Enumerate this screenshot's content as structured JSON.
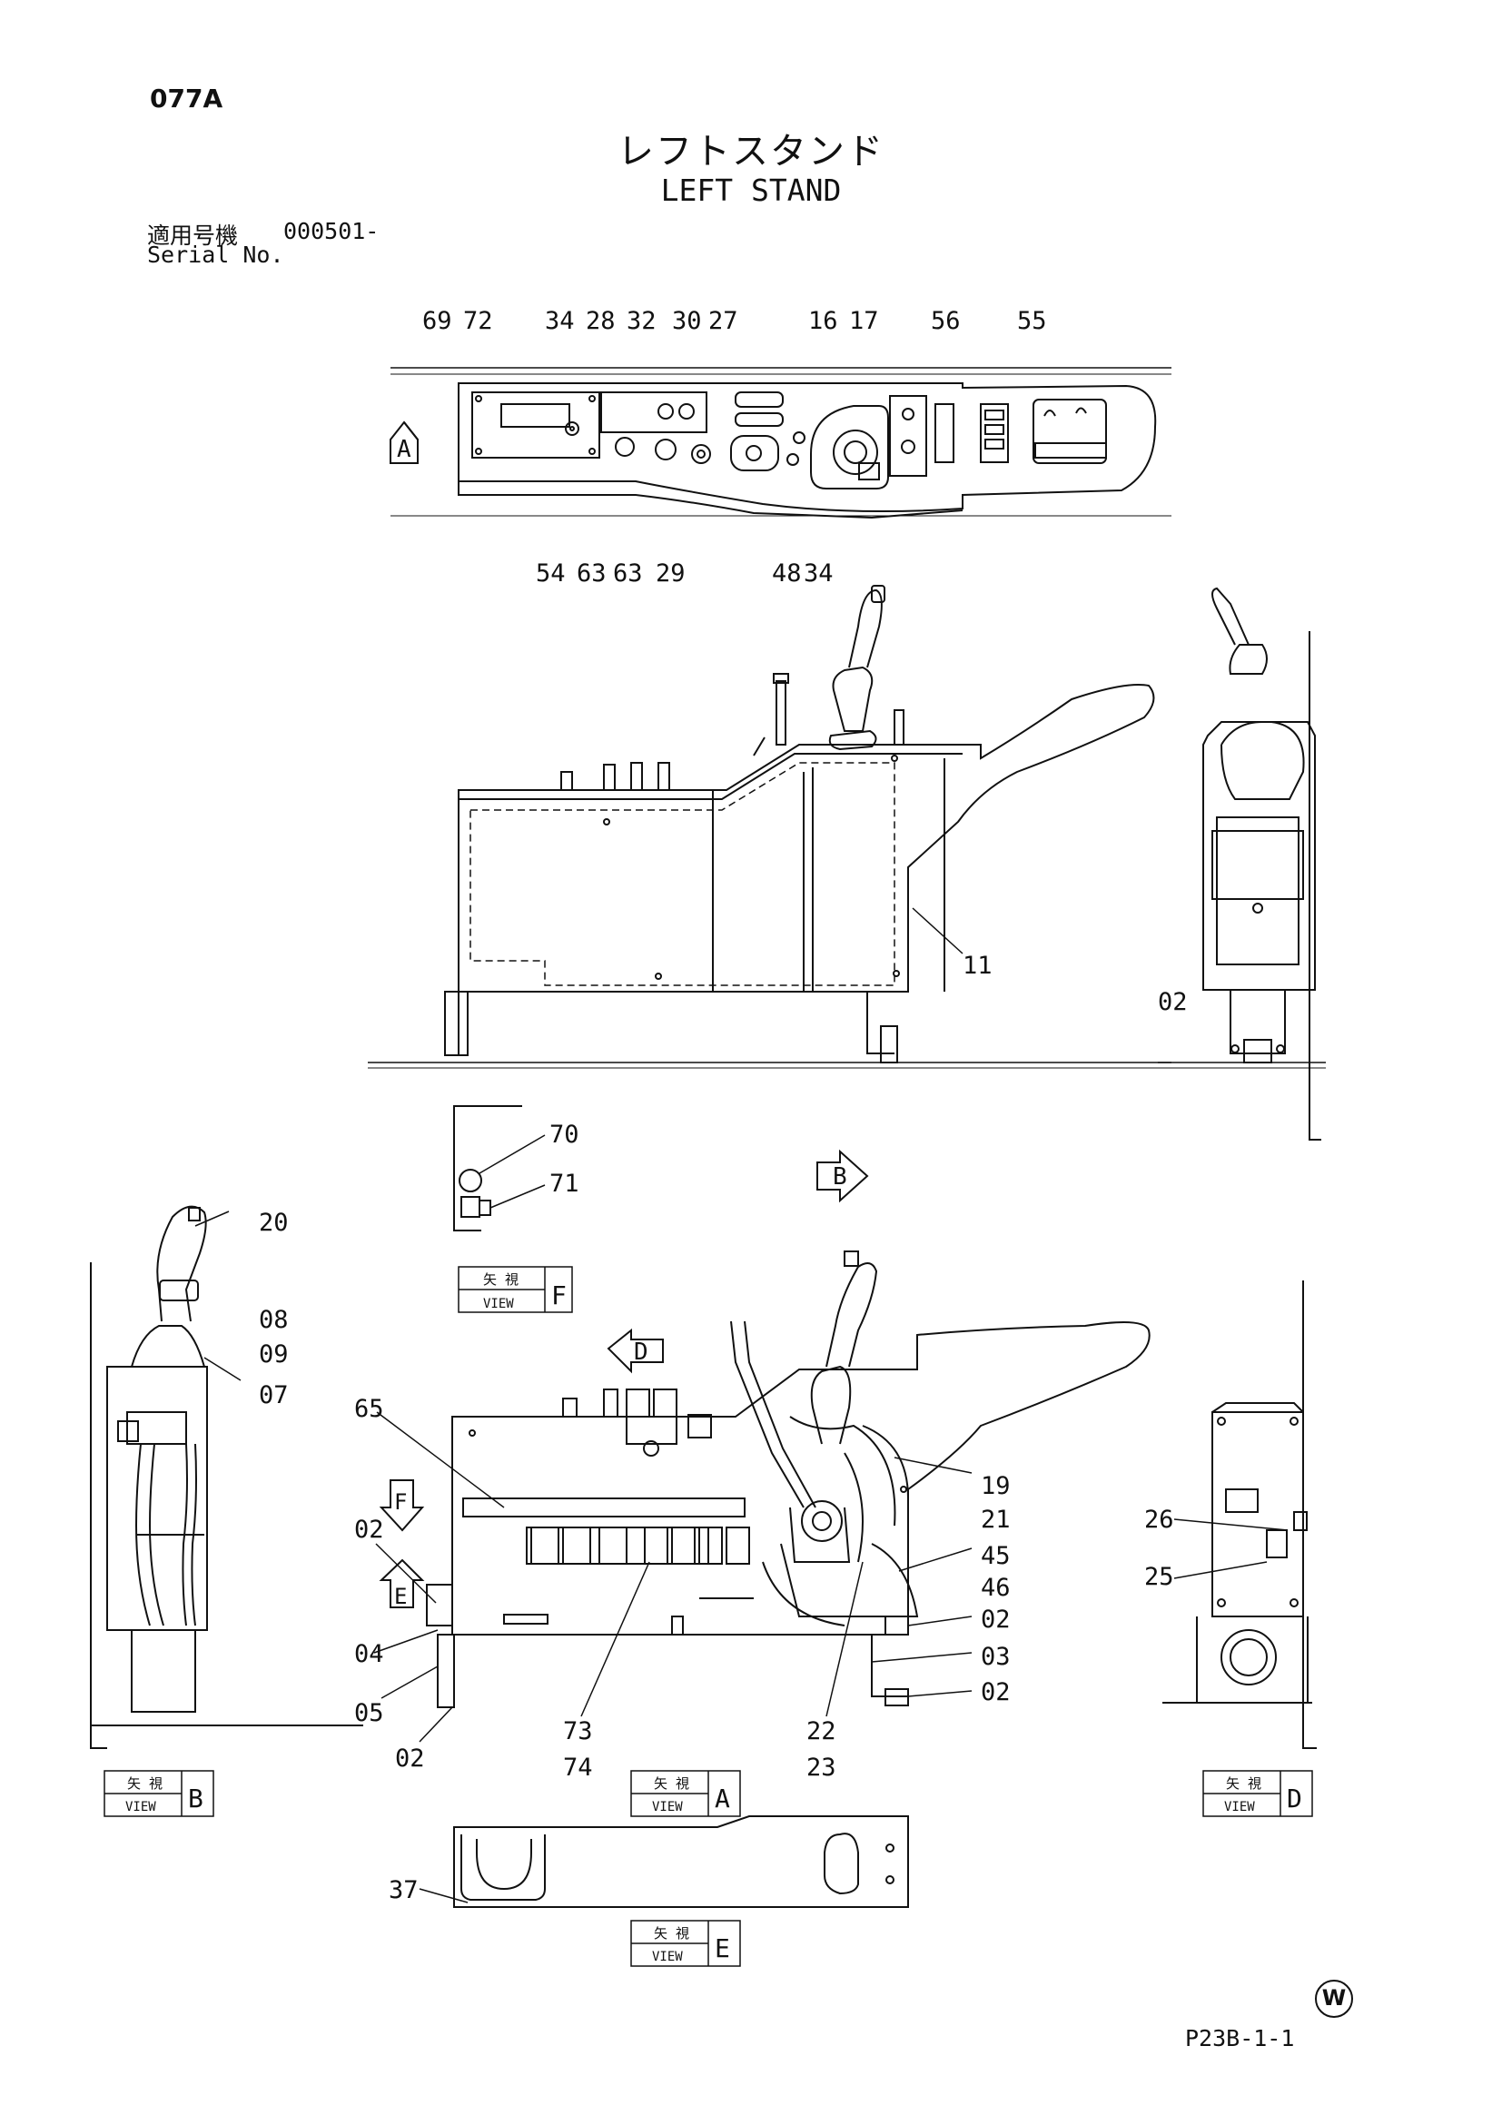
{
  "header": {
    "page_code": "077A",
    "title_jp": "レフトスタンド",
    "title_en": "LEFT STAND",
    "serial_label_jp": "適用号機",
    "serial_value": "000501-",
    "serial_label_en": "Serial No."
  },
  "footer": {
    "drawing_code": "P23B-1-1",
    "watermark": "W"
  },
  "views": {
    "view_jp": "矢 視",
    "view_en": "VIEW",
    "a": "A",
    "b": "B",
    "d": "D",
    "e": "E",
    "f": "F"
  },
  "top_view": {
    "upper": [
      "69",
      "72",
      "34",
      "28",
      "32",
      "30",
      "27",
      "16",
      "17",
      "56",
      "55"
    ],
    "lower": [
      "54",
      "63",
      "63",
      "29",
      "48",
      "34"
    ]
  },
  "side_view": {
    "label": "11"
  },
  "right_upper_view": {
    "label": "02"
  },
  "view_f": {
    "labels": [
      "70",
      "71"
    ]
  },
  "view_b": {
    "labels": [
      "20",
      "08",
      "09",
      "07"
    ]
  },
  "view_a": {
    "labels": [
      "65",
      "02",
      "04",
      "05",
      "02",
      "73",
      "74",
      "22",
      "23",
      "19",
      "21",
      "45",
      "46",
      "02",
      "03",
      "02"
    ]
  },
  "view_d": {
    "labels": [
      "26",
      "25"
    ]
  },
  "view_e": {
    "labels": [
      "37"
    ]
  }
}
